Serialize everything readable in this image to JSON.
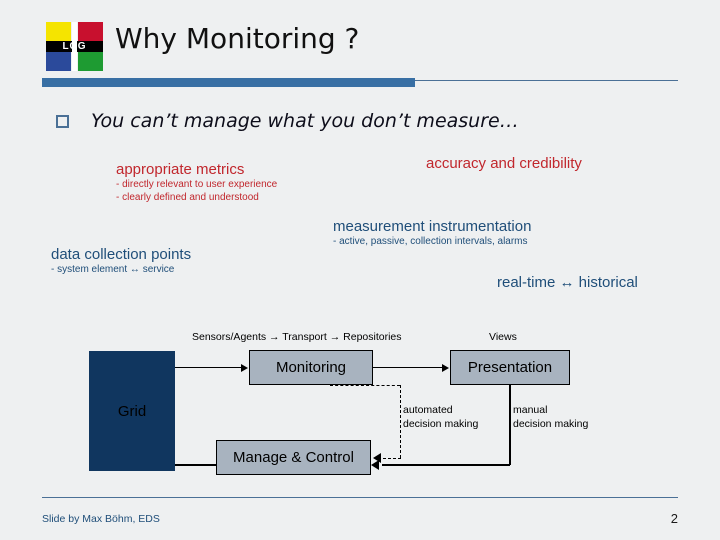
{
  "slide": {
    "title": "Why Monitoring ?",
    "background_color": "#eef0f1",
    "accent_color": "#386fa4",
    "logo": {
      "text": "LCG",
      "colors": {
        "top_left": "#f5e400",
        "top_right": "#c8102e",
        "bottom_left": "#2b4a9b",
        "bottom_right": "#1e9b32"
      }
    },
    "bullet": {
      "marker": "hollow-square-bullet",
      "text": "You can’t manage what you don’t measure…"
    }
  },
  "annotations": {
    "appropriate_metrics": {
      "heading": "appropriate metrics",
      "color": "#c1272d",
      "subs": [
        "- directly relevant to user experience",
        "- clearly defined and understood"
      ]
    },
    "accuracy": {
      "heading": "accuracy and credibility",
      "color": "#c1272d",
      "subs": []
    },
    "measurement": {
      "heading": "measurement instrumentation",
      "color": "#1f4e79",
      "subs": [
        "- active, passive, collection intervals, alarms"
      ]
    },
    "data_collection": {
      "heading": "data collection points",
      "color": "#1f4e79",
      "subs": [
        "- system element ↔ service"
      ]
    },
    "real_time": {
      "heading": "real-time ↔ historical",
      "color": "#1f4e79",
      "subs": []
    }
  },
  "diagram": {
    "labels": {
      "pipeline": "Sensors/Agents → Transport → Repositories",
      "views": "Views",
      "automated_line1": "automated",
      "automated_line2": "decision making",
      "manual_line1": "manual",
      "manual_line2": "decision making"
    },
    "boxes": {
      "grid": {
        "label": "Grid",
        "fill": "#10365f"
      },
      "monitoring": {
        "label": "Monitoring",
        "fill": "#a8b3bf"
      },
      "presentation": {
        "label": "Presentation",
        "fill": "#a8b3bf"
      },
      "manage": {
        "label": "Manage & Control",
        "fill": "#a8b3bf"
      }
    }
  },
  "footer": {
    "credit": "Slide by Max Böhm, EDS",
    "page_number": "2"
  }
}
